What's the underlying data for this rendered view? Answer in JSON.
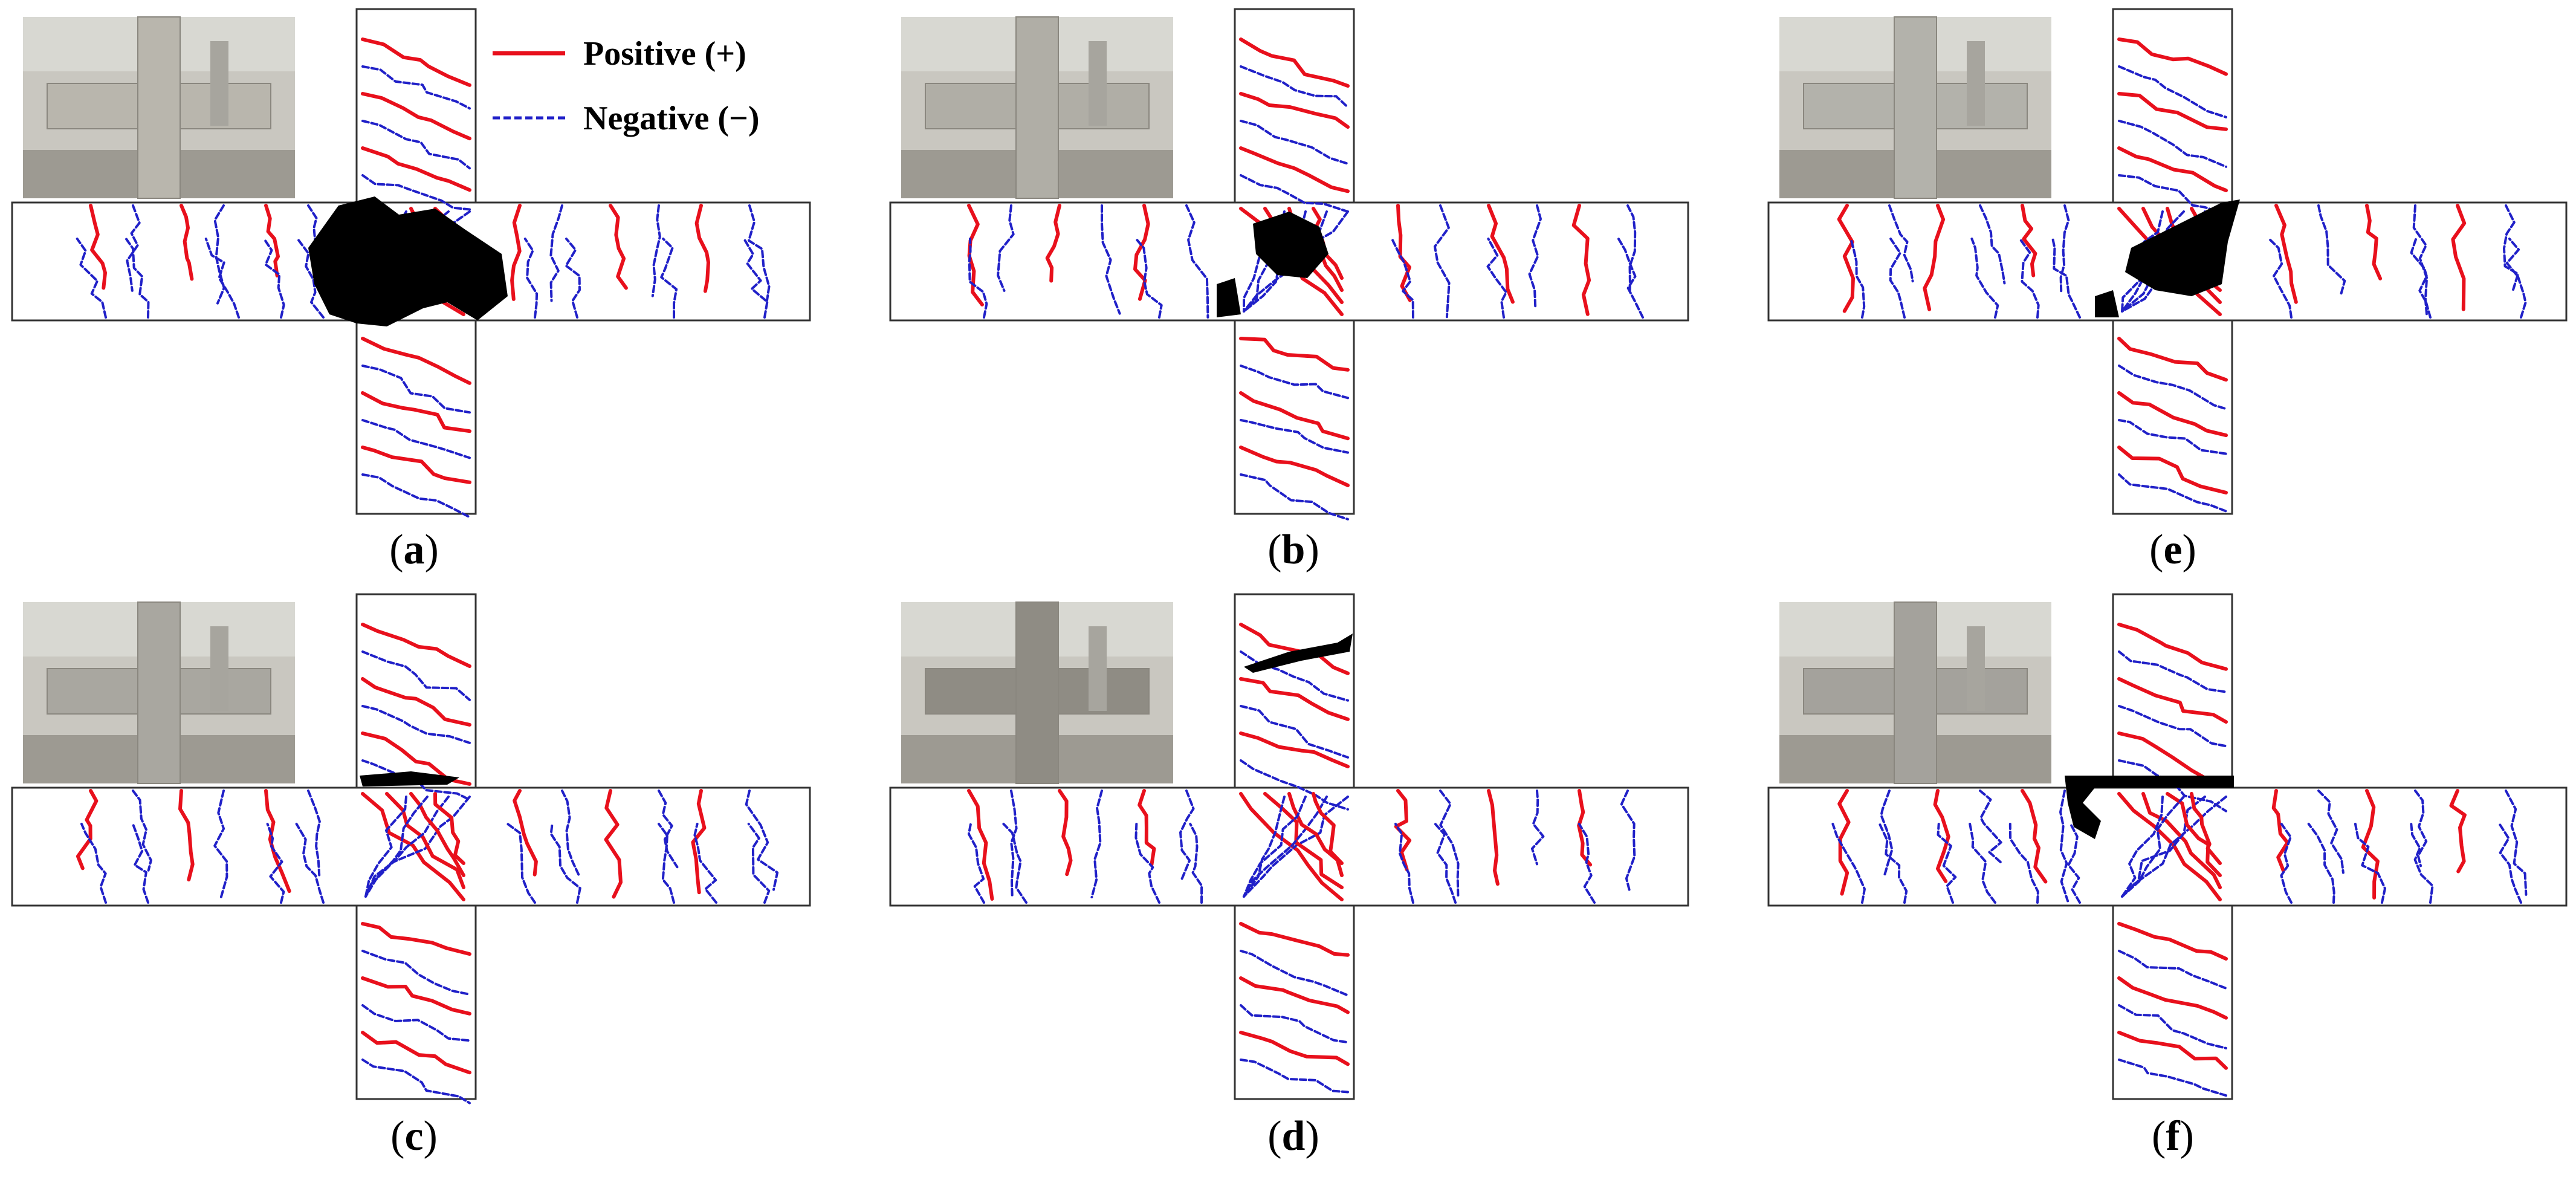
{
  "legend": {
    "positive": {
      "label": "Positive (+)",
      "color": "#e8101c"
    },
    "negative": {
      "label": "Negative (−)",
      "color": "#2020c8"
    }
  },
  "panels": [
    {
      "id": "a",
      "caption_letter": "a",
      "photo_tone": "#b9b6ad",
      "damage": "joint-center"
    },
    {
      "id": "b",
      "caption_letter": "b",
      "photo_tone": "#b0aea6",
      "damage": "joint-center-small"
    },
    {
      "id": "e",
      "caption_letter": "e",
      "photo_tone": "#b3b2ab",
      "damage": "joint-upper-right"
    },
    {
      "id": "c",
      "caption_letter": "c",
      "photo_tone": "#a9a7a0",
      "damage": "column-top-strip"
    },
    {
      "id": "d",
      "caption_letter": "d",
      "photo_tone": "#8f8c84",
      "damage": "column-top-crack"
    },
    {
      "id": "f",
      "caption_letter": "f",
      "photo_tone": "#a4a29c",
      "damage": "beam-top-spall"
    }
  ],
  "colors": {
    "outline": "#333333",
    "damage_fill": "#000000",
    "background": "#ffffff"
  }
}
